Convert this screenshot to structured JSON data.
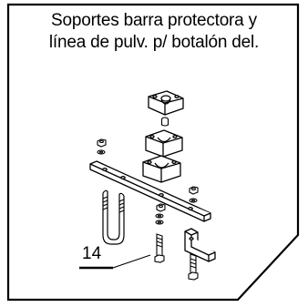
{
  "title": {
    "line1": "Soportes barra protectora y",
    "line2": "línea de pulv. p/ botalón del."
  },
  "callout": {
    "number": "14"
  },
  "colors": {
    "ink": "#000000",
    "part_fill": "#ffffff",
    "background": "#ffffff"
  }
}
